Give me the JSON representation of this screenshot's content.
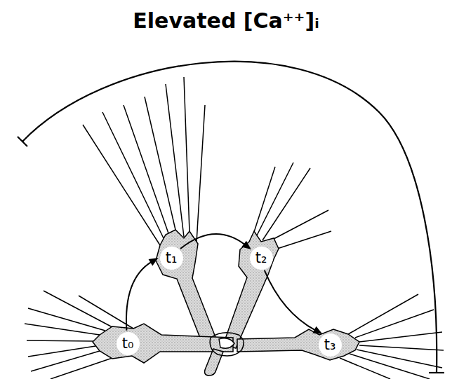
{
  "diagram": {
    "title": "Elevated [Ca⁺⁺]ᵢ",
    "nodes": [
      {
        "text": [
          "t₀"
        ]
      },
      {
        "text": [
          "t₁"
        ]
      },
      {
        "text": [
          "t₂"
        ]
      },
      {
        "text": [
          "t₃"
        ]
      }
    ],
    "edges": [
      {
        "from": 0,
        "to": 1,
        "arrow": "to"
      },
      {
        "from": 1,
        "to": 2,
        "arrow": "to"
      },
      {
        "from": 2,
        "to": 3,
        "arrow": "to"
      }
    ]
  }
}
